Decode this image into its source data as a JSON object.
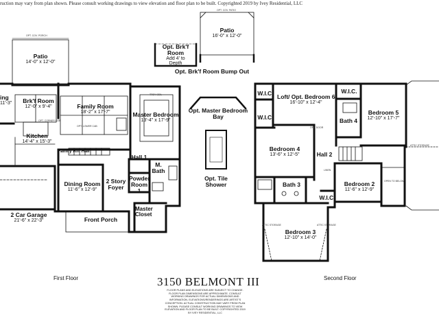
{
  "disclaimer_top": "truction may vary from plan shown. Please consult working drawings to view elevation and floor plan to be built. Copyrighted 2019 by Ivey Residential, LLC",
  "plan_name": "3150 BELMONT III",
  "fine_print": "FLOOR PLANS AND ELEVATIONS ARE SUBJECT TO CHANGE. FLOOR PLAN DIMENSIONS ARE APPROXIMATE. CONSULT WORKING DRAWINGS FOR ACTUAL DIMENSIONS AND INFORMATION. ELEVATIONS/RENDERINGS ARE ARTIST'S CONCEPTION. ACTUAL CONSTRUCTION MAY VARY FROM PLAN SHOWN. PLEASE CONSULT WORKING DRAWINGS TO VIEW ELEVATION AND FLOOR PLAN TO BE BUILT. COPYRIGHTED 2019 BY IVEY RESIDENTIAL, LLC",
  "first_floor": {
    "label": "First Floor",
    "opt_cov_porch": "OPT. COV. PORCH",
    "rooms": [
      {
        "id": "patio",
        "name": "Patio",
        "dims": "14'-0\" x 12'-0\""
      },
      {
        "id": "living-partial",
        "name": "ing",
        "dims": "11'-3\""
      },
      {
        "id": "brkf-room",
        "name": "Brk'f Room",
        "dims": "12'-0\" x 9'-4\""
      },
      {
        "id": "family-room",
        "name": "Family Room",
        "dims": "18'-2\" x 17'-7\""
      },
      {
        "id": "master-bedroom",
        "name": "Master Bedroom",
        "dims": "13'-4\" x 17'-9\""
      },
      {
        "id": "kitchen",
        "name": "Kitchen",
        "dims": "14'-4\" x 15'-3\""
      },
      {
        "id": "family-rm-hall",
        "name": "Family Rm Hall",
        "dims": ""
      },
      {
        "id": "hall-1",
        "name": "Hall 1",
        "dims": ""
      },
      {
        "id": "m-bath",
        "name": "M. Bath",
        "dims": ""
      },
      {
        "id": "dining-room",
        "name": "Dining Room",
        "dims": "11'-6\" x 12'-9\""
      },
      {
        "id": "two-story-foyer",
        "name": "2 Story Foyer",
        "dims": ""
      },
      {
        "id": "powder-room-1",
        "name": "Powder Room 1",
        "dims": ""
      },
      {
        "id": "master-closet",
        "name": "Master Closet",
        "dims": ""
      },
      {
        "id": "front-porch",
        "name": "Front Porch",
        "dims": ""
      },
      {
        "id": "two-car-garage",
        "name": "2 Car Garage",
        "dims": "21'-6\" x 22'-3\""
      }
    ],
    "small_notes": {
      "opt_lower_cab": "OPT. LOWER CAB",
      "opt_corner_cab": "OPT. CORNER CAB",
      "trey_ceiling": "TREY CEIL"
    }
  },
  "options": {
    "patio_16": {
      "name": "Patio",
      "dims": "16'-0\" x 12'-0\"",
      "top_note": "OPT. COV. PATIO"
    },
    "opt_brkf_room": {
      "line1": "Opt. Brk'f",
      "line2": "Room",
      "note1": "Add 4' to",
      "note2": "Depth"
    },
    "bump_out": "Opt. Brk'f Room Bump Out",
    "master_bay": {
      "line1": "Opt. Master Bedroom",
      "line2": "Bay"
    },
    "tile_shower": {
      "line1": "Opt. Tile",
      "line2": "Shower"
    }
  },
  "second_floor": {
    "label": "Second Floor",
    "rooms": [
      {
        "id": "wic-1",
        "name": "W.I.C.",
        "dims": ""
      },
      {
        "id": "loft-bedroom-6",
        "name": "Loft/ Opt. Bedroom 6",
        "dims": "16'-10\" x 12'-4\""
      },
      {
        "id": "wic-2",
        "name": "W.I.C.",
        "dims": ""
      },
      {
        "id": "bedroom-5",
        "name": "Bedroom 5",
        "dims": "12'-10\" x 17'-7\""
      },
      {
        "id": "wic-3",
        "name": "W.I.C.",
        "dims": ""
      },
      {
        "id": "bath-4",
        "name": "Bath 4",
        "dims": ""
      },
      {
        "id": "bedroom-4",
        "name": "Bedroom 4",
        "dims": "13'-6\" x 12'-5\""
      },
      {
        "id": "hall-2",
        "name": "Hall 2",
        "dims": ""
      },
      {
        "id": "bath-3",
        "name": "Bath 3",
        "dims": ""
      },
      {
        "id": "bedroom-2",
        "name": "Bedroom 2",
        "dims": "11'-6\" x 12'-9\""
      },
      {
        "id": "wic-4",
        "name": "W.I.C.",
        "dims": ""
      },
      {
        "id": "bedroom-3",
        "name": "Bedroom 3",
        "dims": "12'-10\" x 14'-0\""
      }
    ],
    "small_notes": {
      "opt_door": "OPT. DOOR",
      "attic_storage": "ATTIC STORAGE",
      "open_to_below": "OPEN TO BELOW",
      "linen": "LINEN"
    }
  }
}
